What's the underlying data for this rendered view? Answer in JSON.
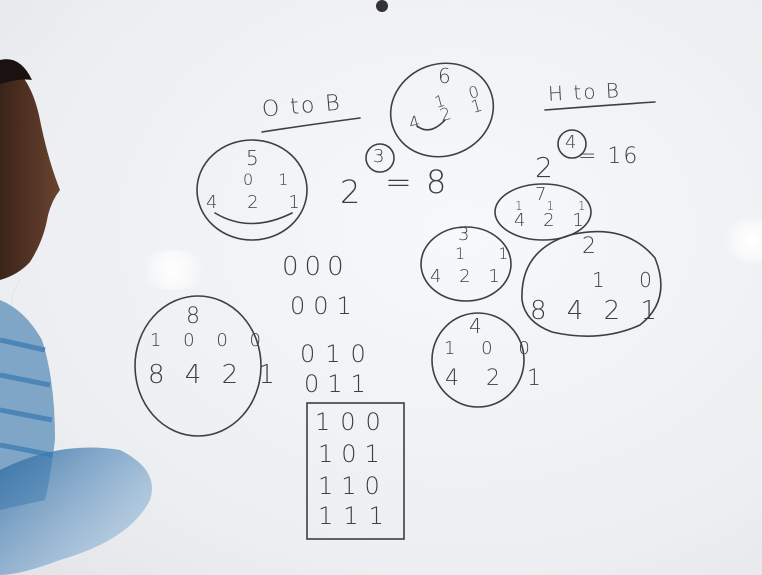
{
  "board": {
    "title_left": "O to B",
    "title_right": "H to B",
    "exp_left": {
      "base": "2",
      "power": "3",
      "result": "= 8"
    },
    "exp_right": {
      "base": "2",
      "power": "4",
      "result": "= 16"
    },
    "circle_5": {
      "digit": "5",
      "bits": "0 1",
      "weights": "4 2 1"
    },
    "circle_6": {
      "digit": "6",
      "bits": "1 0",
      "weights": "4 2 1"
    },
    "circle_8": {
      "digit": "8",
      "bits": "1 0 0 0",
      "weights": "8 4 2 1"
    },
    "circle_3": {
      "digit": "3",
      "bits": "1 1",
      "weights": "4 2 1"
    },
    "circle_4": {
      "digit": "4",
      "bits": "1 0 0",
      "weights": "4 2 1"
    },
    "circle_7": {
      "digit": "7",
      "bits": "1 1 1",
      "weights": "4 2 1"
    },
    "circle_2": {
      "digit": "2",
      "bits": "1 0",
      "weights": "8 4 2 1"
    },
    "binary_rows": [
      "000",
      "001",
      "010",
      "011"
    ],
    "boxed_rows": [
      "100",
      "101",
      "110",
      "111"
    ]
  },
  "colors": {
    "marker": "#3d3f45",
    "board": "#f1f2f4",
    "shirt": "#4c86b8"
  }
}
